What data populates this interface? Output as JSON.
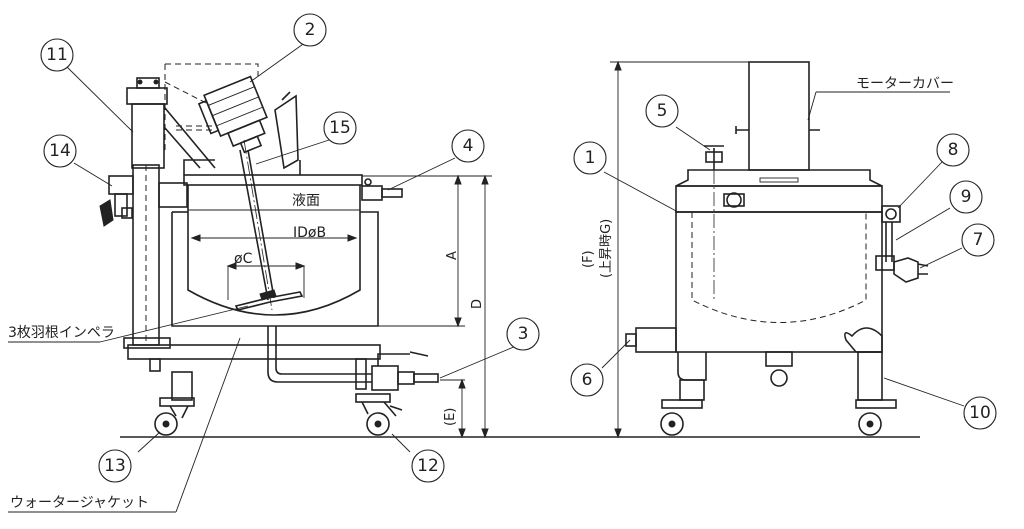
{
  "labels": {
    "liquid_level": "液面",
    "inner_diameter": "IDøB",
    "impeller_diameter": "øC",
    "dim_a": "A",
    "dim_d": "D",
    "dim_e": "(E)",
    "dim_f": "(F)",
    "dim_g": "(上昇時G)",
    "impeller": "3枚羽根インペラ",
    "water_jacket": "ウォータージャケット",
    "motor_cover": "モーターカバー"
  },
  "callouts": [
    "1",
    "2",
    "3",
    "4",
    "5",
    "6",
    "7",
    "8",
    "9",
    "10",
    "11",
    "12",
    "13",
    "14",
    "15"
  ]
}
